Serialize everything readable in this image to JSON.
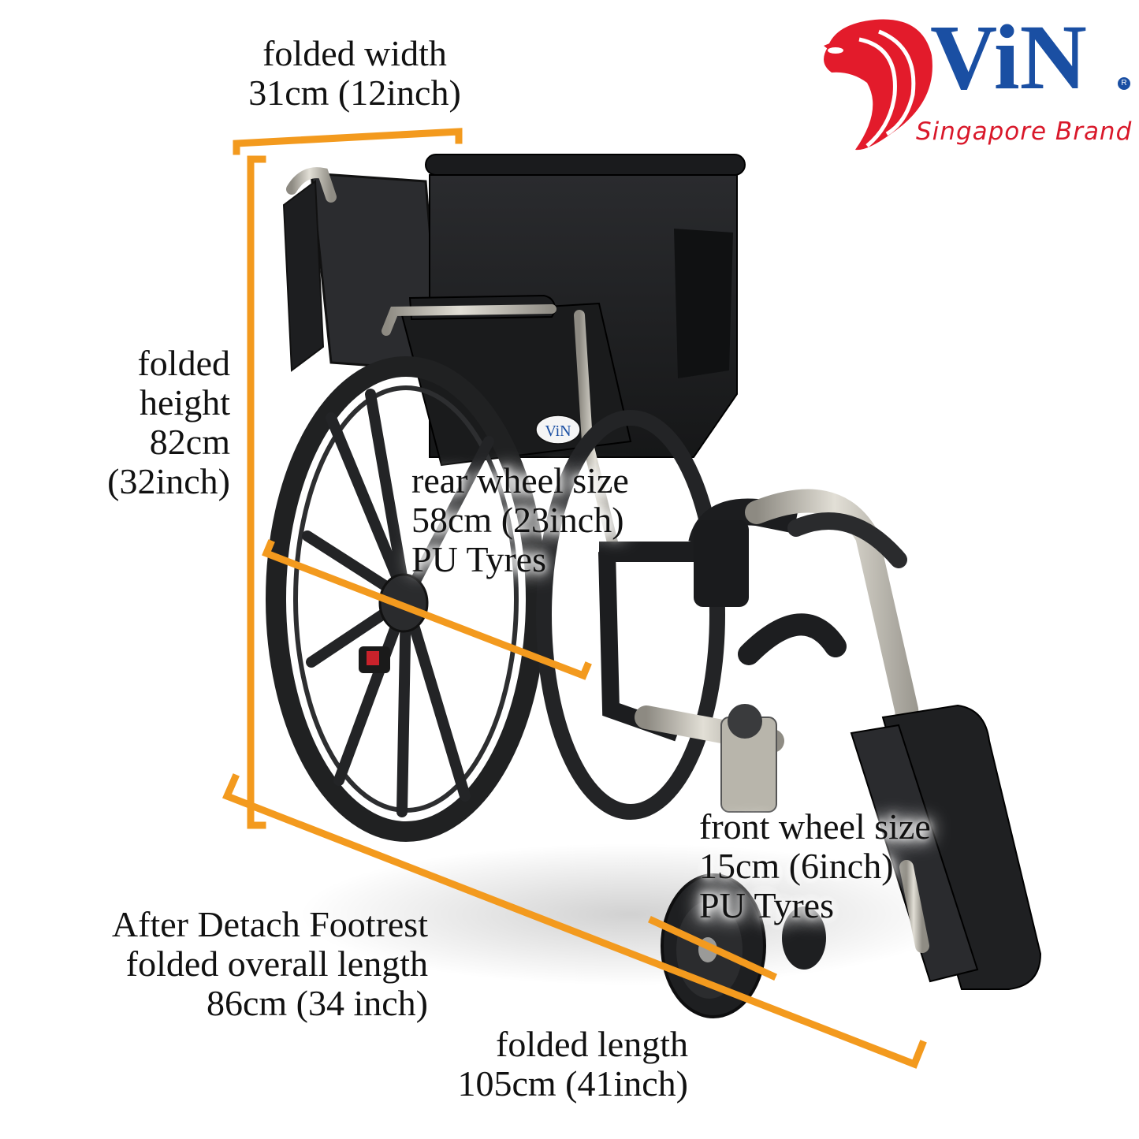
{
  "brand": {
    "name": "ViN",
    "registered_mark": "R",
    "tagline": "Singapore Brand",
    "name_color": "#1a4fa3",
    "tagline_color": "#d9182a",
    "lion_color": "#e31b2b"
  },
  "product": {
    "chair_badge": "ViN",
    "description": "Folded manual wheelchair with dimension annotations"
  },
  "annotations": {
    "folded_width": {
      "line1": "folded width",
      "line2": "31cm (12inch)"
    },
    "folded_height": {
      "line1": "folded",
      "line2": "height",
      "line3": "82cm",
      "line4": "(32inch)"
    },
    "rear_wheel": {
      "line1": "rear wheel size",
      "line2": "58cm (23inch)",
      "line3": "PU Tyres"
    },
    "front_wheel": {
      "line1": "front wheel size",
      "line2": "15cm (6inch)",
      "line3": "PU Tyres"
    },
    "detach_footrest": {
      "line1": "After Detach Footrest",
      "line2": "folded overall length",
      "line3": "86cm (34 inch)"
    },
    "folded_length": {
      "line1": "folded length",
      "line2": "105cm (41inch)"
    }
  },
  "colors": {
    "dimension_line": "#f39a1e",
    "frame_black": "#1c1d1f",
    "frame_silver": "#bdbab0",
    "text": "#111111"
  }
}
